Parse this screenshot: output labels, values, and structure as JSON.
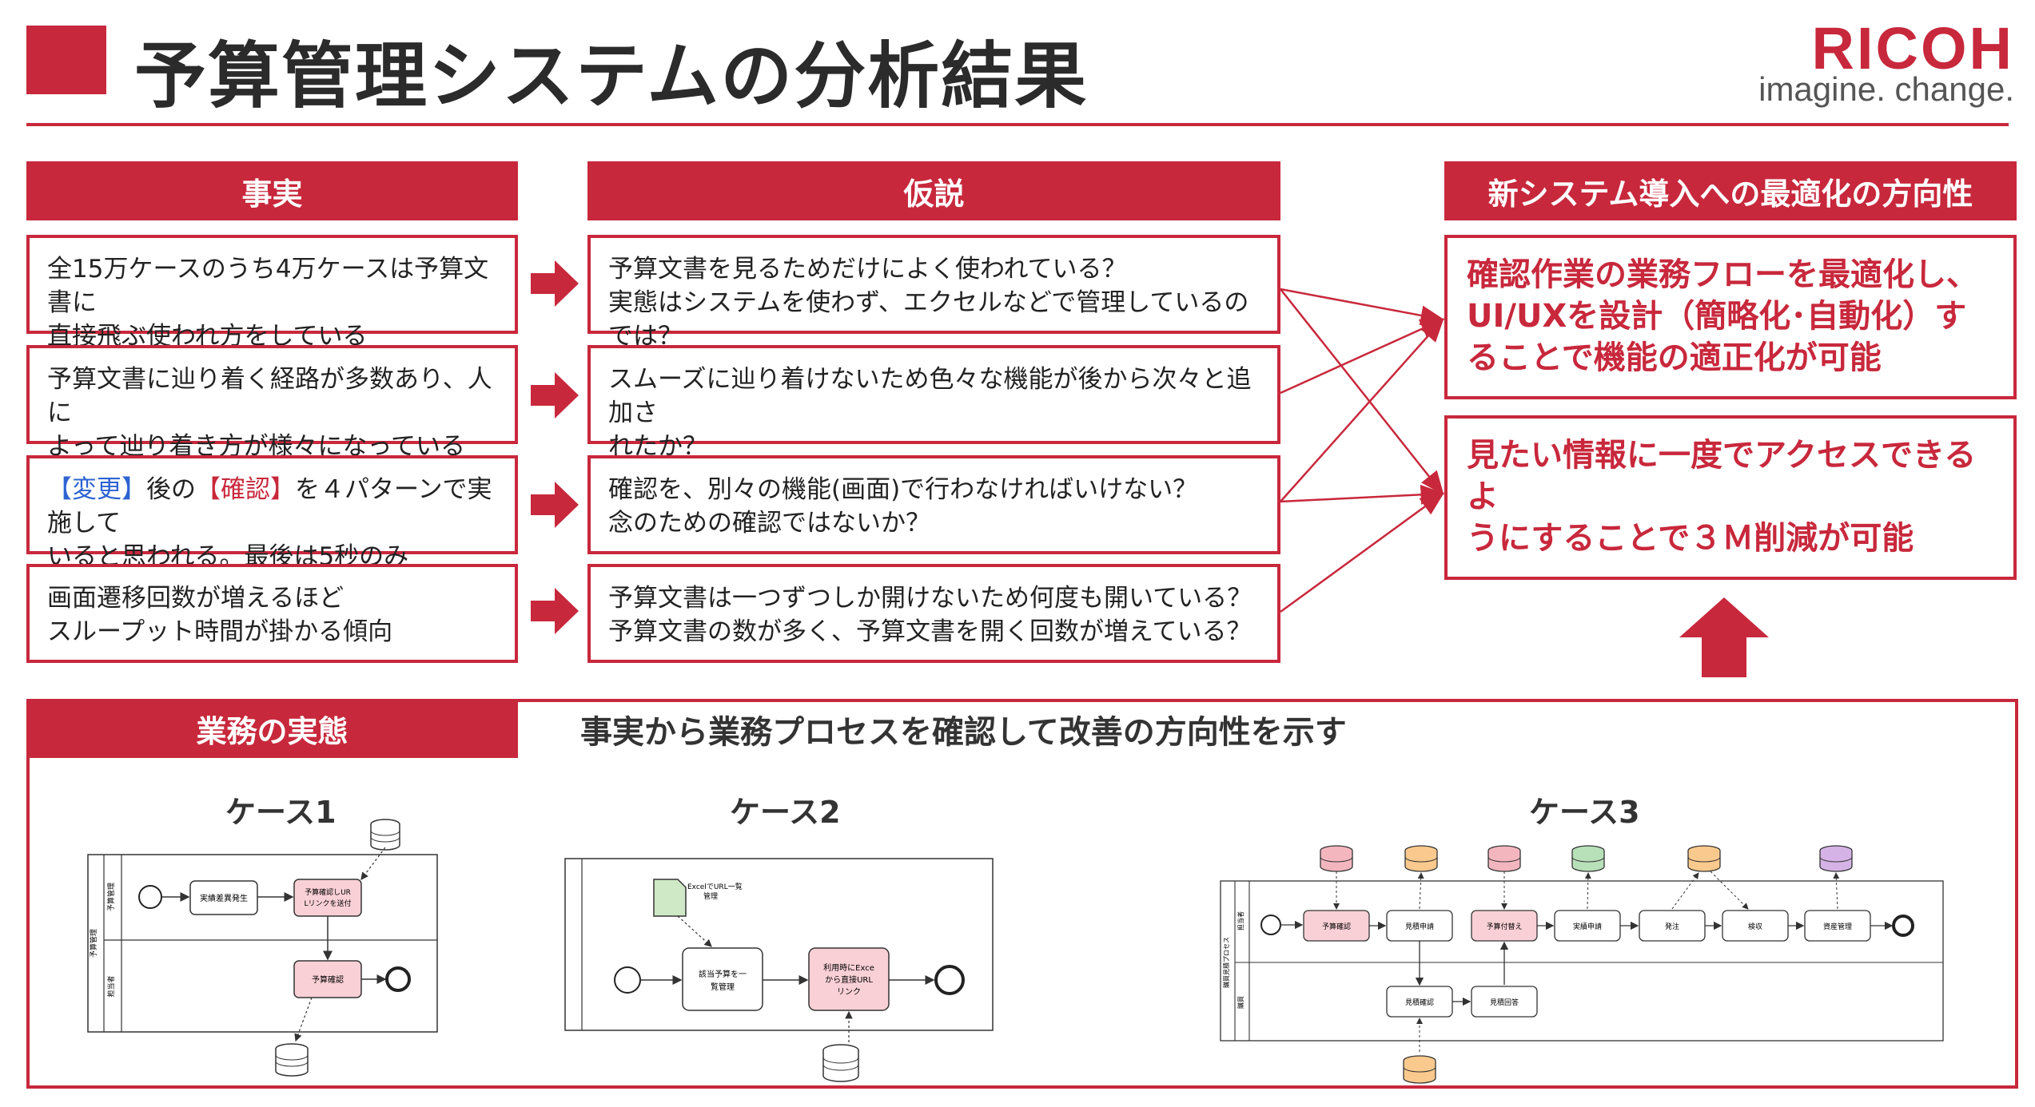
{
  "header": {
    "title": "予算管理システムの分析結果",
    "logo_text": "RICOH",
    "logo_tagline": "imagine. change."
  },
  "columns": {
    "facts_title": "事実",
    "hypotheses_title": "仮説",
    "direction_title": "新システム導入への最適化の方向性"
  },
  "facts": [
    {
      "line1": "全15万ケースのうち4万ケースは予算文書に",
      "line2": "直接飛ぶ使われ方をしている"
    },
    {
      "line1": "予算文書に辿り着く経路が多数あり、人に",
      "line2": "よって辿り着き方が様々になっている"
    },
    {
      "tag1": "【変更】",
      "mid": "後の",
      "tag2": "【確認】",
      "line1_rest": "を４パターンで実施して",
      "line2": "いると思われる。最後は5秒のみ"
    },
    {
      "line1": "画面遷移回数が増えるほど",
      "line2": "スループット時間が掛かる傾向"
    }
  ],
  "hypotheses": [
    {
      "line1": "予算文書を見るためだけによく使われている？",
      "line2": "実態はシステムを使わず、エクセルなどで管理しているのでは？"
    },
    {
      "line1": "スムーズに辿り着けないため色々な機能が後から次々と追加さ",
      "line2": "れたか？"
    },
    {
      "line1": "確認を、別々の機能(画面)で行わなければいけない？",
      "line2": "念のための確認ではないか？"
    },
    {
      "line1": "予算文書は一つずつしか開けないため何度も開いている？",
      "line2": "予算文書の数が多く、予算文書を開く回数が増えている？"
    }
  ],
  "solutions": [
    {
      "line1": "確認作業の業務フローを最適化し、",
      "line2": "UI/UXを設計（簡略化･自動化）す",
      "line3": "ることで機能の適正化が可能"
    },
    {
      "line1": "見たい情報に一度でアクセスできるよ",
      "line2": "うにすることで３Ｍ削減が可能"
    }
  ],
  "business": {
    "title": "業務の実態",
    "caption": "事実から業務プロセスを確認して改善の方向性を示す",
    "case1": {
      "label": "ケース1",
      "lane_group": "予算管理",
      "lane1": "予算管理",
      "lane2": "担当者",
      "task1": "実績差異発生",
      "task2a": "予算確認しUR",
      "task2b": "Lリンクを送付",
      "task3": "予算確認"
    },
    "case2": {
      "label": "ケース2",
      "doc_a": "ExcelでURL一覧",
      "doc_b": "管理",
      "task1a": "該当予算を一",
      "task1b": "覧管理",
      "task2a": "利用時にExce",
      "task2b": "から直接URL",
      "task2c": "リンク"
    },
    "case3": {
      "label": "ケース3",
      "lane_group": "購買見積プロセス",
      "lane1": "担当者",
      "lane2": "購買",
      "tasks_top": [
        "予算確認",
        "見積申請",
        "予算付替え",
        "実績申請",
        "発注",
        "検収",
        "資産管理"
      ],
      "tasks_bottom": [
        "見積確認",
        "見積回答"
      ]
    }
  },
  "colors": {
    "accent": "#c8283c",
    "tag_blue": "#2d63d1",
    "task_pink": "#f9d0d6",
    "db_pink": "#f3b6bf",
    "db_orange": "#f9c98d",
    "db_green": "#b8e0b9",
    "db_purple": "#d5b3e6",
    "doc_green": "#cfe8c6"
  }
}
